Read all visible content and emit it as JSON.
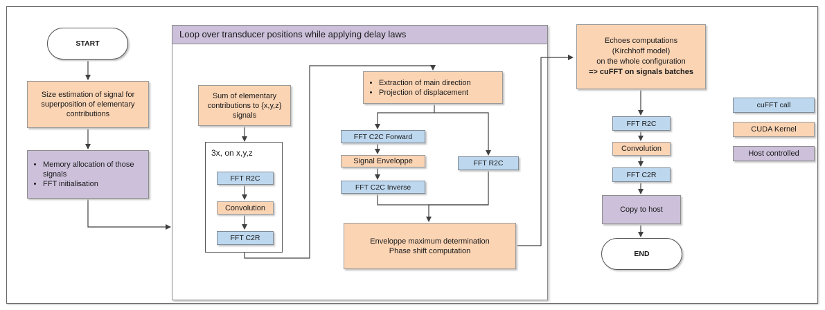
{
  "start": "START",
  "end": "END",
  "left": {
    "size_estimation": "Size estimation of signal for superposition of elementary contributions",
    "memory_items": [
      "Memory allocation of those signals",
      "FFT initialisation"
    ]
  },
  "loop": {
    "title": "Loop over transducer positions while applying delay laws",
    "sum_box": "Sum of elementary contributions to {x,y,z} signals",
    "inner_title": "3x, on x,y,z",
    "inner_fft_r2c": "FFT R2C",
    "inner_convolution": "Convolution",
    "inner_fft_c2r": "FFT C2R",
    "extraction_items": [
      "Extraction of main direction",
      "Projection of displacement"
    ],
    "fft_c2c_forward": "FFT C2C Forward",
    "signal_enveloppe": "Signal Enveloppe",
    "fft_c2c_inverse": "FFT C2C Inverse",
    "fft_r2c_right": "FFT R2C",
    "enveloppe_max_line1": "Enveloppe maximum determination",
    "enveloppe_max_line2": "Phase shift computation"
  },
  "right": {
    "echoes_line1": "Echoes computations",
    "echoes_line2": "(Kirchhoff model)",
    "echoes_line3": "on the whole configuration",
    "echoes_line4": "=> cuFFT on signals batches",
    "fft_r2c": "FFT R2C",
    "convolution": "Convolution",
    "fft_c2r": "FFT C2R",
    "copy_to_host": "Copy to host"
  },
  "legend": [
    {
      "label": "cuFFT call",
      "color": "#bdd7ee"
    },
    {
      "label": "CUDA Kernel",
      "color": "#fbd4b4"
    },
    {
      "label": "Host controlled",
      "color": "#ccc0da"
    }
  ]
}
